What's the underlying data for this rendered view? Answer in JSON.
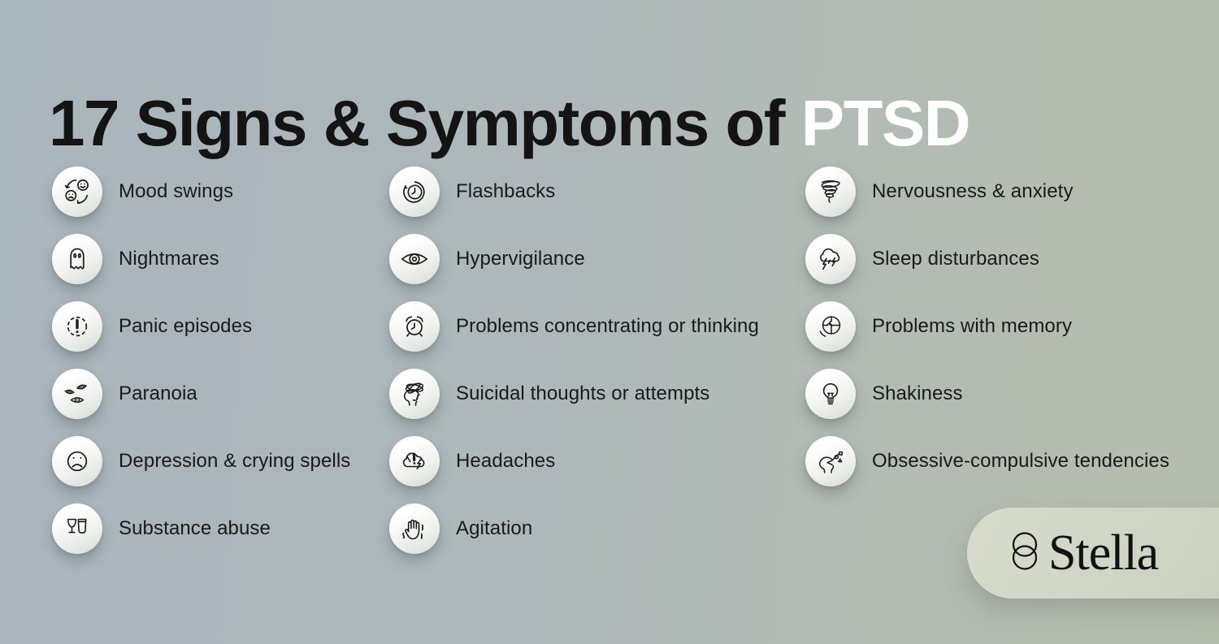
{
  "title": {
    "text": "17 Signs & Symptoms of",
    "highlight": "PTSD"
  },
  "columns": [
    {
      "items": [
        {
          "label": "Mood swings",
          "icon": "mood-swings-icon"
        },
        {
          "label": "Nightmares",
          "icon": "nightmares-ghost-icon"
        },
        {
          "label": "Panic episodes",
          "icon": "panic-exclamation-icon"
        },
        {
          "label": "Paranoia",
          "icon": "paranoia-eyes-icon"
        },
        {
          "label": "Depression & crying spells",
          "icon": "sad-face-icon"
        },
        {
          "label": "Substance abuse",
          "icon": "drinks-icon"
        }
      ]
    },
    {
      "items": [
        {
          "label": "Flashbacks",
          "icon": "rewind-clock-icon"
        },
        {
          "label": "Hypervigilance",
          "icon": "eye-icon"
        },
        {
          "label": "Problems concentrating or thinking",
          "icon": "alarm-clock-icon"
        },
        {
          "label": "Suicidal thoughts or attempts",
          "icon": "tangled-head-icon"
        },
        {
          "label": "Headaches",
          "icon": "storm-exclamation-cloud-icon"
        },
        {
          "label": "Agitation",
          "icon": "shaking-hand-icon"
        }
      ]
    },
    {
      "items": [
        {
          "label": "Nervousness & anxiety",
          "icon": "tornado-icon"
        },
        {
          "label": "Sleep disturbances",
          "icon": "thundercloud-icon"
        },
        {
          "label": "Problems with memory",
          "icon": "puzzle-circle-icon"
        },
        {
          "label": "Shakiness",
          "icon": "lightbulb-icon"
        },
        {
          "label": "Obsessive-compulsive tendencies",
          "icon": "head-shapes-icon"
        }
      ]
    }
  ],
  "brand": {
    "name": "Stella",
    "logo": "stella-overlapping-circles-icon"
  },
  "colors": {
    "background_left": "#a9b5bd",
    "background_right": "#b5bdad",
    "title_text": "#141414",
    "title_highlight": "#ffffff",
    "label_text": "#1a1a1a",
    "icon_stroke": "#1b1b1b",
    "icon_circle_top": "#ffffff",
    "icon_circle_bottom": "#d6dbd4",
    "brand_pill": "#ccd3c2",
    "brand_text": "#121212"
  }
}
